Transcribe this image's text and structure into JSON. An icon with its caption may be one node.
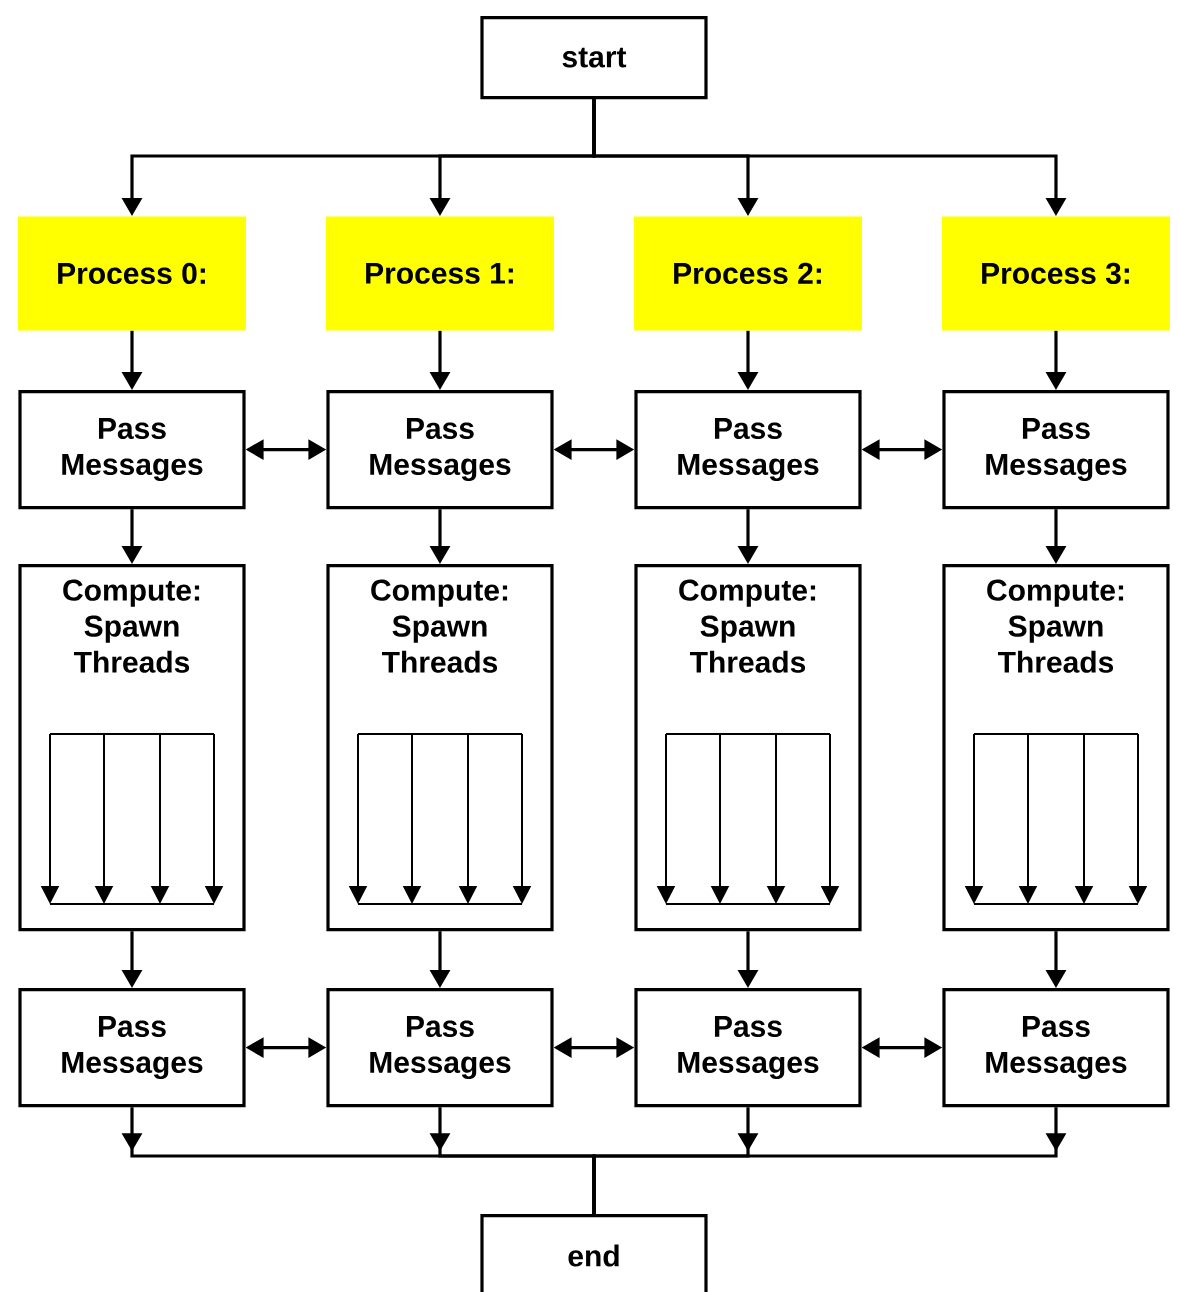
{
  "diagram": {
    "nodes": [
      {
        "text": [
          "start"
        ]
      },
      {
        "text": [
          "Process 0:"
        ]
      },
      {
        "text": [
          "Process 1:"
        ]
      },
      {
        "text": [
          "Process 2:"
        ]
      },
      {
        "text": [
          "Process 3:"
        ]
      },
      {
        "text": [
          "Pass Messages"
        ]
      },
      {
        "text": [
          "Pass Messages"
        ]
      },
      {
        "text": [
          "Pass Messages"
        ]
      },
      {
        "text": [
          "Pass Messages"
        ]
      },
      {
        "text": [
          "Compute: Spawn Threads"
        ]
      },
      {
        "text": [
          "Compute: Spawn Threads"
        ]
      },
      {
        "text": [
          "Compute: Spawn Threads"
        ]
      },
      {
        "text": [
          "Compute: Spawn Threads"
        ]
      },
      {
        "text": [
          "Pass Messages"
        ]
      },
      {
        "text": [
          "Pass Messages"
        ]
      },
      {
        "text": [
          "Pass Messages"
        ]
      },
      {
        "text": [
          "Pass Messages"
        ]
      },
      {
        "text": [
          "end"
        ]
      }
    ],
    "edges": [
      {
        "from": 0,
        "to": 1,
        "arrow": "to"
      },
      {
        "from": 0,
        "to": 2,
        "arrow": "to"
      },
      {
        "from": 0,
        "to": 3,
        "arrow": "to"
      },
      {
        "from": 0,
        "to": 4,
        "arrow": "to"
      },
      {
        "from": 1,
        "to": 5,
        "arrow": "to"
      },
      {
        "from": 2,
        "to": 6,
        "arrow": "to"
      },
      {
        "from": 3,
        "to": 7,
        "arrow": "to"
      },
      {
        "from": 4,
        "to": 8,
        "arrow": "to"
      },
      {
        "from": 5,
        "to": 6,
        "arrow": "both"
      },
      {
        "from": 6,
        "to": 7,
        "arrow": "both"
      },
      {
        "from": 7,
        "to": 8,
        "arrow": "both"
      },
      {
        "from": 5,
        "to": 9,
        "arrow": "to"
      },
      {
        "from": 6,
        "to": 10,
        "arrow": "to"
      },
      {
        "from": 7,
        "to": 11,
        "arrow": "to"
      },
      {
        "from": 8,
        "to": 12,
        "arrow": "to"
      },
      {
        "from": 9,
        "to": 13,
        "arrow": "to"
      },
      {
        "from": 10,
        "to": 14,
        "arrow": "to"
      },
      {
        "from": 11,
        "to": 15,
        "arrow": "to"
      },
      {
        "from": 12,
        "to": 16,
        "arrow": "to"
      },
      {
        "from": 13,
        "to": 14,
        "arrow": "both"
      },
      {
        "from": 14,
        "to": 15,
        "arrow": "both"
      },
      {
        "from": 15,
        "to": 16,
        "arrow": "both"
      },
      {
        "from": 13,
        "to": 17,
        "arrow": "to"
      },
      {
        "from": 14,
        "to": 17,
        "arrow": "to"
      },
      {
        "from": 15,
        "to": 17,
        "arrow": "to"
      },
      {
        "from": 16,
        "to": 17,
        "arrow": "to"
      }
    ]
  }
}
